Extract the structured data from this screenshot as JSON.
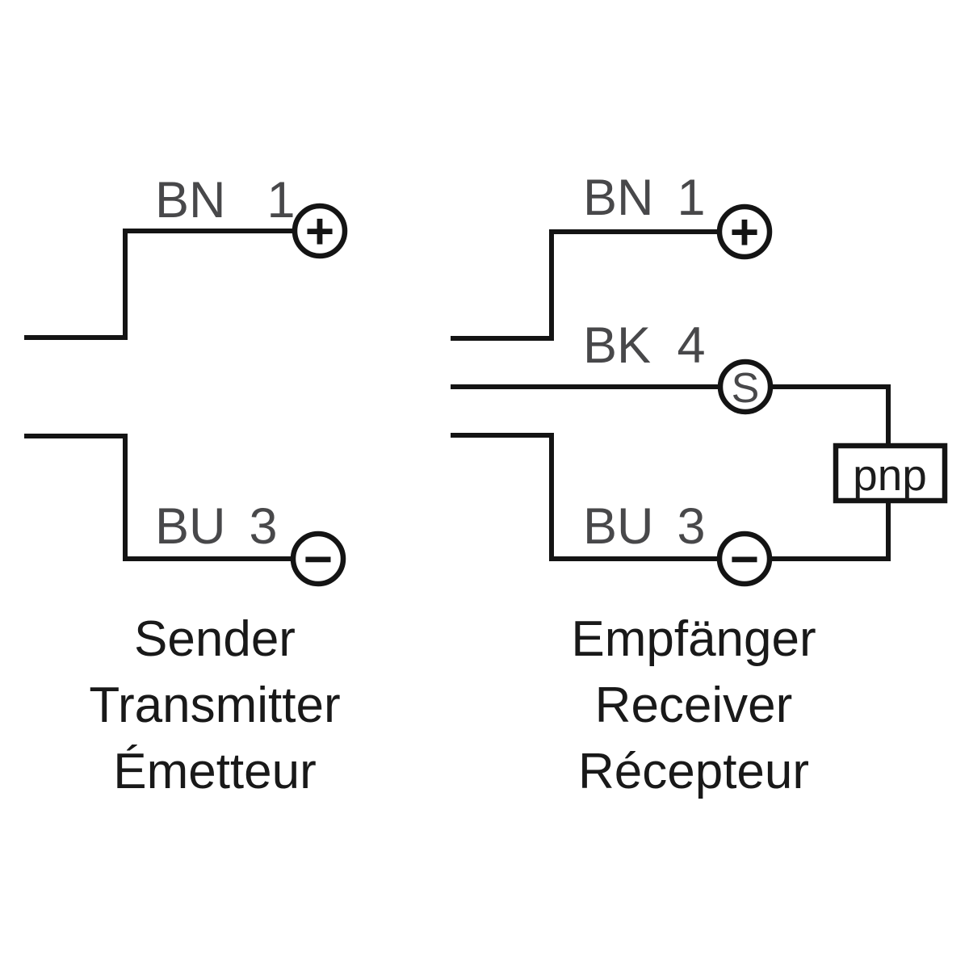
{
  "colors": {
    "line": "#141414",
    "wire_label": "#48484a",
    "title_text": "#191919"
  },
  "sender": {
    "terminals": [
      {
        "color_code": "BN",
        "pin": "1",
        "symbol": "+"
      },
      {
        "color_code": "BU",
        "pin": "3",
        "symbol": "−"
      }
    ],
    "title_lines": [
      "Sender",
      "Transmitter",
      "Émetteur"
    ]
  },
  "receiver": {
    "terminals": [
      {
        "color_code": "BN",
        "pin": "1",
        "symbol": "+"
      },
      {
        "color_code": "BK",
        "pin": "4",
        "symbol": "S"
      },
      {
        "color_code": "BU",
        "pin": "3",
        "symbol": "−"
      }
    ],
    "output_label": "pnp",
    "title_lines": [
      "Empfänger",
      "Receiver",
      "Récepteur"
    ]
  }
}
